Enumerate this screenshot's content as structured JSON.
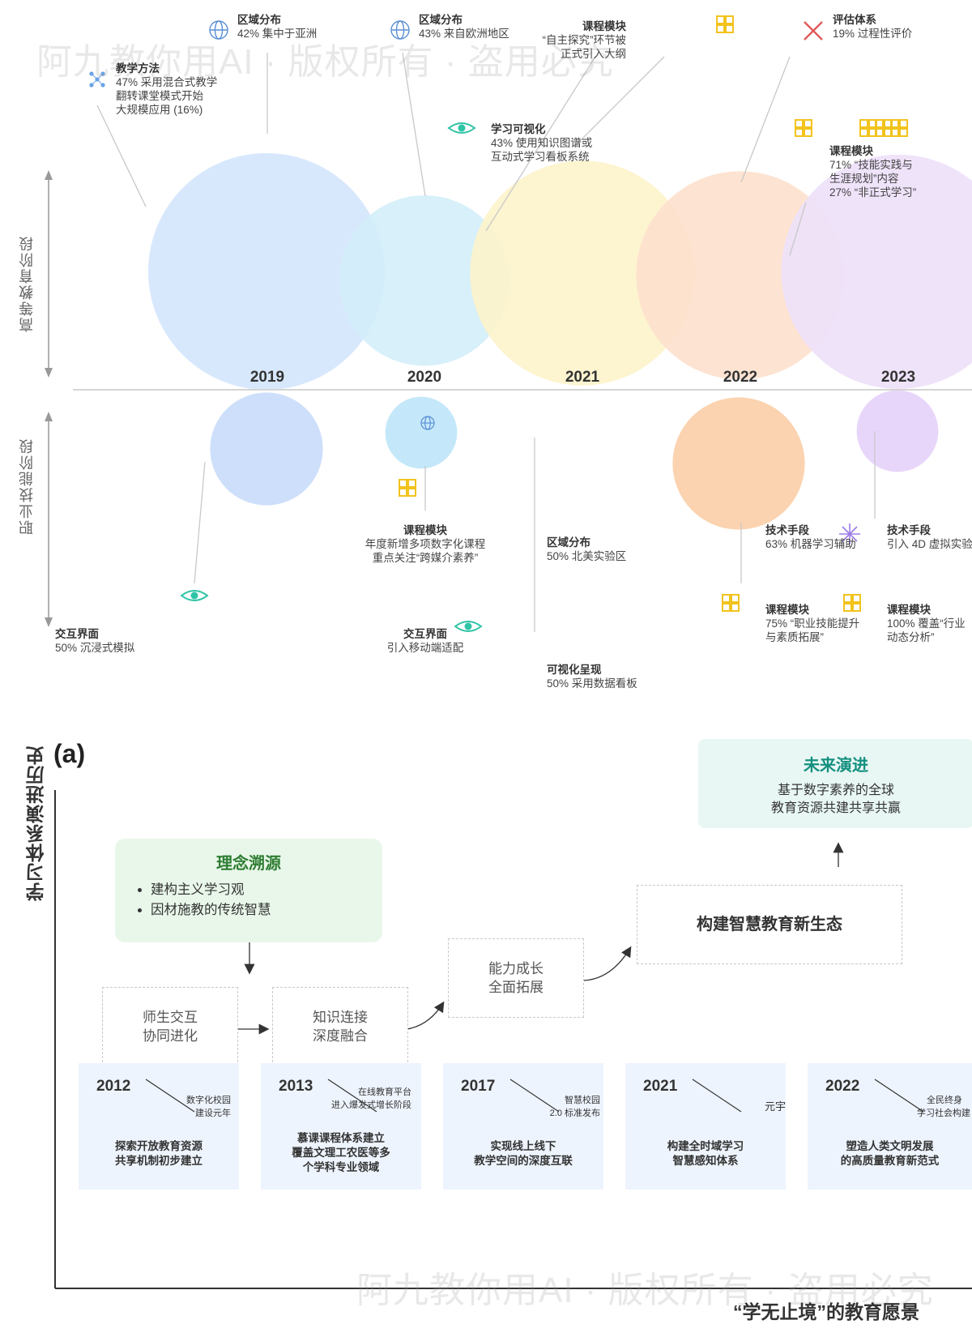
{
  "watermark_text": "阿九教你用AI · 版权所有 · 盗用必究",
  "top_chart": {
    "axis_higher": "高等教育阶段",
    "axis_vocational": "职业技能阶段",
    "years": [
      "2019",
      "2020",
      "2021",
      "2022",
      "2023"
    ],
    "higher_annotations": [
      {
        "title": "教学方法",
        "lines": [
          "47% 采用混合式教学",
          "翻转课堂模式开始",
          "大规模应用 (16%)"
        ],
        "icon": "network-icon",
        "color": "#6aa3e8"
      },
      {
        "title": "区域分布",
        "lines": [
          "42% 集中于亚洲"
        ],
        "icon": "globe-icon"
      },
      {
        "title": "区域分布",
        "lines": [
          "43% 来自欧洲地区"
        ],
        "icon": "globe-icon"
      },
      {
        "title": "课程模块",
        "lines": [
          "“自主探究”环节被",
          "正式引入大纲"
        ],
        "icon": "grid-icon"
      },
      {
        "title": "学习可视化",
        "lines": [
          "43% 使用知识图谱或",
          "互动式学习看板系统"
        ],
        "icon": "eye-icon"
      },
      {
        "title": "评估体系",
        "lines": [
          "19% 过程性评价"
        ],
        "icon": "cross-icon"
      },
      {
        "title": "课程模块",
        "lines": [
          "71% “技能实践与",
          "生涯规划”内容",
          "27% “非正式学习”"
        ],
        "icon": "grid-icon"
      }
    ],
    "vocational_annotations": [
      {
        "title": "交互界面",
        "lines": [
          "50% 沉浸式模拟"
        ],
        "icon": "eye-icon"
      },
      {
        "title": "课程模块",
        "lines": [
          "年度新增多项数字化课程",
          "重点关注“跨媒介素养”"
        ],
        "icon": "grid-icon"
      },
      {
        "title": "交互界面",
        "lines": [
          "引入移动端适配"
        ],
        "icon": "eye-icon"
      },
      {
        "title": "区域分布",
        "lines": [
          "50% 北美实验区"
        ],
        "icon": "globe-icon"
      },
      {
        "title": "可视化呈现",
        "lines": [
          "50% 采用数据看板"
        ],
        "icon": "none"
      },
      {
        "title": "技术手段",
        "lines": [
          "63% 机器学习辅助"
        ],
        "icon": "sparkle-icon"
      },
      {
        "title": "技术手段",
        "lines": [
          "引入 4D 虚拟实验"
        ],
        "icon": "none"
      },
      {
        "title": "课程模块",
        "lines": [
          "75% “职业技能提升",
          "与素质拓展”"
        ],
        "icon": "grid-icon"
      },
      {
        "title": "课程模块",
        "lines": [
          "100% 覆盖“行业",
          "动态分析”"
        ],
        "icon": "grid-icon"
      }
    ]
  },
  "bubble_data": {
    "higher": [
      {
        "year": "2019",
        "size": 1.0,
        "color": "#d4e6fc"
      },
      {
        "year": "2020",
        "size": 0.72,
        "color": "#d3eefa"
      },
      {
        "year": "2021",
        "size": 0.95,
        "color": "#fdf3cb"
      },
      {
        "year": "2022",
        "size": 0.88,
        "color": "#fde0cc"
      },
      {
        "year": "2023",
        "size": 0.99,
        "color": "#ede0fa"
      }
    ],
    "vocational": [
      {
        "year": "2019",
        "size": 0.58,
        "color": "#c9dcfa"
      },
      {
        "year": "2020",
        "size": 0.37,
        "color": "#bfe6f8"
      },
      {
        "year": "2021",
        "size": 0.0,
        "color": "#ffffff"
      },
      {
        "year": "2022",
        "size": 0.68,
        "color": "#fbcfa9"
      },
      {
        "year": "2023",
        "size": 0.42,
        "color": "#e6d3fa"
      }
    ]
  },
  "bottom": {
    "panel_label": "(a)",
    "y_axis_label": "学习体系演进历史",
    "x_axis_label": "“学无止境”的教育愿景",
    "origin": {
      "title": "理念溯源",
      "items": [
        "建构主义学习观",
        "因材施教的传统智慧"
      ]
    },
    "future": {
      "title": "未来演进",
      "lines": [
        "基于数字素养的全球",
        "教育资源共建共享共赢"
      ]
    },
    "steps": [
      {
        "lines": [
          "师生交互",
          "协同进化"
        ]
      },
      {
        "lines": [
          "知识连接",
          "深度融合"
        ]
      },
      {
        "lines": [
          "能力成长",
          "全面拓展"
        ]
      }
    ],
    "ecosystem": "构建智慧教育新生态",
    "timeline": [
      {
        "year": "2012",
        "event": [
          "数字化校园",
          "建设元年"
        ],
        "desc": [
          "探索开放教育资源",
          "共享机制初步建立"
        ]
      },
      {
        "year": "2013",
        "event": [
          "在线教育平台",
          "进入爆发式增长阶段"
        ],
        "desc": [
          "慕课课程体系建立",
          "覆盖文理工农医等多",
          "个学科专业领域"
        ]
      },
      {
        "year": "2017",
        "event": [
          "智慧校园",
          "2.0 标准发布"
        ],
        "desc": [
          "实现线上线下",
          "教学空间的深度互联"
        ]
      },
      {
        "year": "2021",
        "event": [
          "元宇宙教"
        ],
        "desc": [
          "构建全时域学习",
          "智慧感知体系"
        ]
      },
      {
        "year": "2022",
        "event": [
          "全民终身",
          "学习社会构建"
        ],
        "desc": [
          "塑造人类文明发展",
          "的高质量教育新范式"
        ]
      }
    ]
  }
}
